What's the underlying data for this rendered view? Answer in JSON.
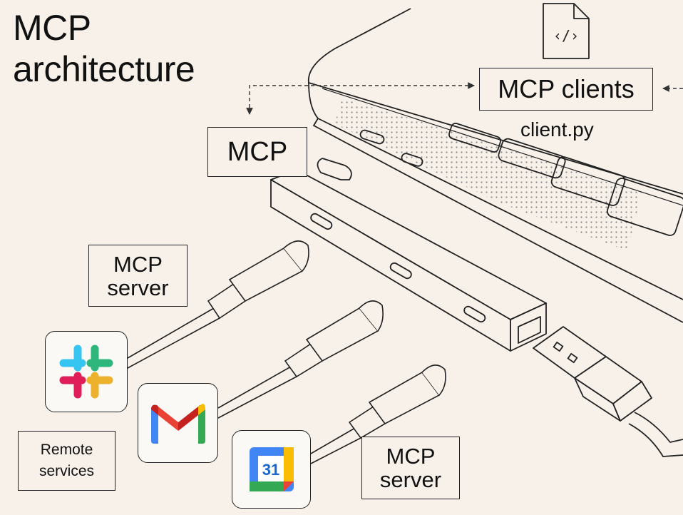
{
  "title": {
    "line1": "MCP",
    "line2": "architecture"
  },
  "labels": {
    "clients": "MCP clients",
    "client_file": "client.py",
    "mcp": "MCP",
    "server_a": {
      "line1": "MCP",
      "line2": "server"
    },
    "server_b": {
      "line1": "MCP",
      "line2": "server"
    },
    "remote": {
      "line1": "Remote",
      "line2": "services"
    }
  },
  "code_icon_glyph": "‹/›",
  "calendar_day": "31",
  "icons": [
    "code-file-icon",
    "slack-icon",
    "gmail-icon",
    "google-calendar-icon"
  ],
  "colors": {
    "background": "#f7f1ea",
    "stroke": "#222222",
    "slack": [
      "#36c5f0",
      "#2eb67d",
      "#ecb22e",
      "#e01e5a"
    ],
    "gmail": [
      "#4285f4",
      "#34a853",
      "#fbbc04",
      "#ea4335",
      "#c5221f"
    ],
    "calendar": [
      "#4285f4",
      "#34a853",
      "#fbbc04",
      "#ea4335",
      "#1967d2"
    ]
  }
}
